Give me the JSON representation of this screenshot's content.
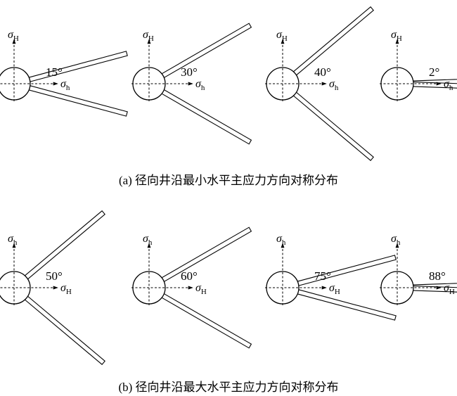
{
  "figure": {
    "rows": [
      {
        "id": "a",
        "caption": "(a) 径向井沿最小水平主应力方向对称分布",
        "vertical_axis": {
          "symbol": "σ",
          "subscript": "H"
        },
        "horizontal_axis": {
          "symbol": "σ",
          "subscript": "h"
        },
        "panels": [
          {
            "angle_label": "15°",
            "angle_deg": 15
          },
          {
            "angle_label": "30°",
            "angle_deg": 30
          },
          {
            "angle_label": "40°",
            "angle_deg": 40
          },
          {
            "angle_label": "2°",
            "angle_deg": 2
          }
        ]
      },
      {
        "id": "b",
        "caption": "(b) 径向井沿最大水平主应力方向对称分布",
        "vertical_axis": {
          "symbol": "σ",
          "subscript": "h"
        },
        "horizontal_axis": {
          "symbol": "σ",
          "subscript": "H"
        },
        "panels": [
          {
            "angle_label": "50°",
            "angle_deg": 50
          },
          {
            "angle_label": "60°",
            "angle_deg": 60
          },
          {
            "angle_label": "75°",
            "angle_deg": 75
          },
          {
            "angle_label": "88°",
            "angle_deg": 88
          }
        ]
      }
    ]
  }
}
